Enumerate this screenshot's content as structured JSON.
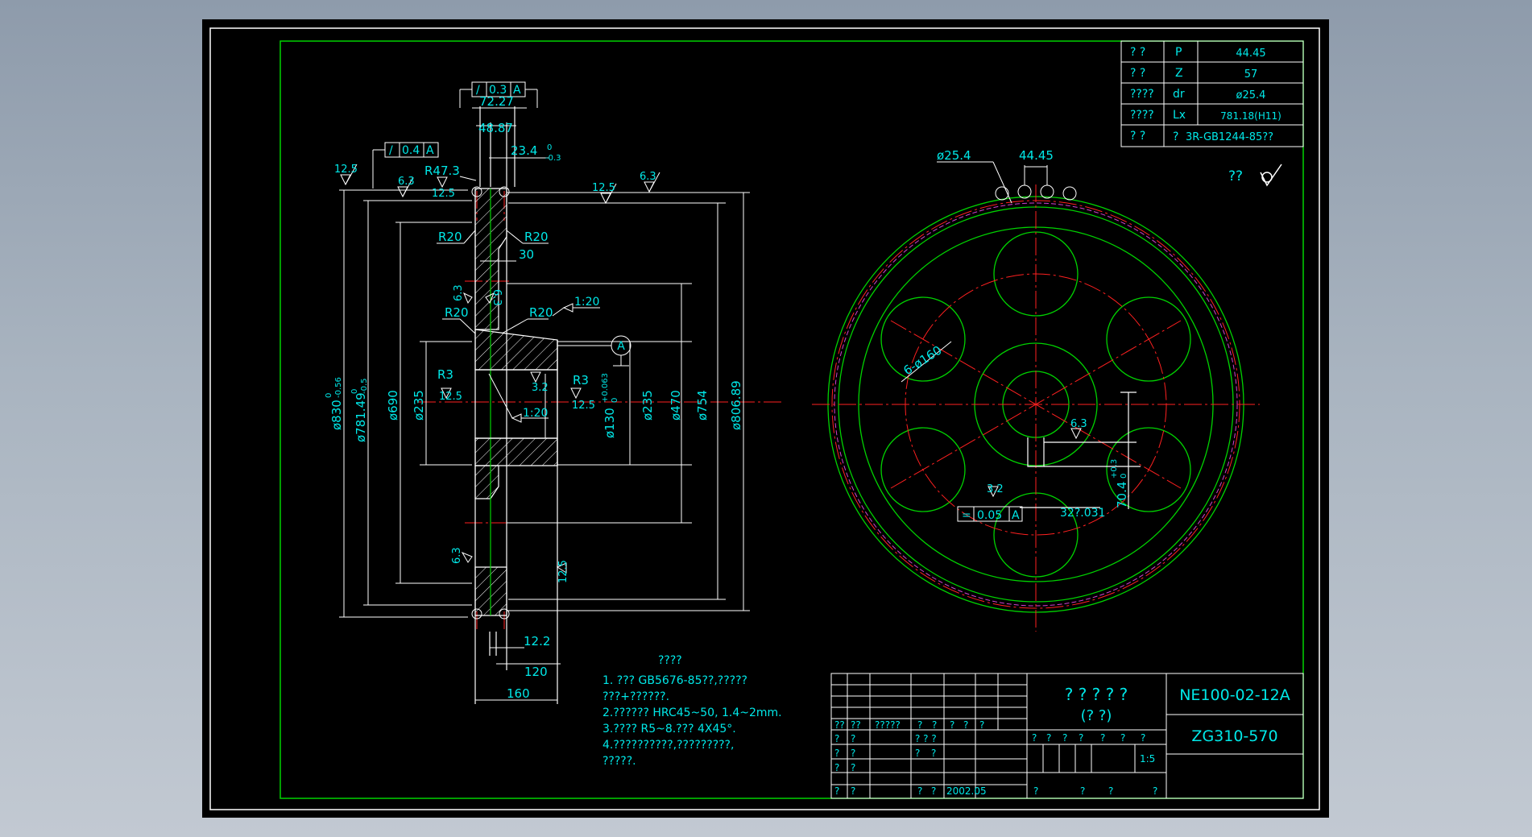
{
  "colors": {
    "background": "#000000",
    "border": "#00d200",
    "dim": "#00e8e8",
    "white": "#ffffff",
    "red": "#ff2020",
    "magenta": "#d040d0"
  },
  "params": [
    {
      "name": "?  ?",
      "sym": "P",
      "val": "44.45"
    },
    {
      "name": "?  ?",
      "sym": "Z",
      "val": "57"
    },
    {
      "name": "????",
      "sym": "dr",
      "val": "ø25.4"
    },
    {
      "name": "????",
      "sym": "Lx",
      "val": "781.18(H11)"
    },
    {
      "name": "?  ?",
      "sym": "?",
      "val": "3R-GB1244-85??"
    }
  ],
  "roughness_note": "??",
  "side_view": {
    "tol_top": {
      "sym": "/",
      "val": "0.3",
      "ref": "A"
    },
    "tol_left": {
      "sym": "/",
      "val": "0.4",
      "ref": "A"
    },
    "dims": {
      "d7227": "72.27",
      "d4887": "48.87",
      "d234": "23.4",
      "d234_tol_up": "0",
      "d234_tol_lo": "-0.3",
      "r473": "R47.3",
      "d30": "30",
      "d122": "12.2",
      "d120": "120",
      "d160": "160"
    },
    "radii": {
      "r20": "R20",
      "r3": "R3"
    },
    "rough": {
      "r125": "12.5",
      "r63": "6.3",
      "r32": "3.2"
    },
    "tapers": {
      "t1": "1:20",
      "t2": "1:20"
    },
    "datum": "A",
    "diam": {
      "d830": "ø830",
      "d830_tol_up": "0",
      "d830_tol_lo": "-0.56",
      "d781": "ø781.49",
      "d781_tol_up": "0",
      "d781_tol_lo": "-0.5",
      "d690": "ø690",
      "d235a": "ø235",
      "d130": "ø130",
      "d130_tol_up": "+0.063",
      "d130_tol_lo": "0",
      "d235b": "ø235",
      "d470": "ø470",
      "d754": "ø754",
      "d806": "ø806.89"
    }
  },
  "front_view": {
    "d254": "ø25.4",
    "p4445": "44.45",
    "holes": "6-ø160",
    "rough63": "6.3",
    "rough32": "3.2",
    "keyway_w": "32?.031",
    "keyway_h": "70.4",
    "keyway_h_tol_up": "+0.3",
    "keyway_h_tol_lo": "0",
    "sym_tol": {
      "sym": "=",
      "val": "0.05",
      "ref": "A"
    }
  },
  "notes": {
    "title": "????",
    "lines": [
      "1. ??? GB5676-85??,?????",
      "   ???+??????.",
      "2.??????  HRC45~50, 1.4~2mm.",
      "3.????  R5~8.???    4X45°.",
      "4.??????????,?????????,",
      "   ?????."
    ]
  },
  "title_block": {
    "name_line1": "?  ?  ?  ?  ?",
    "name_line2": "(?  ?)",
    "drawing_no": "NE100-02-12A",
    "material": "ZG310-570",
    "scale": "1:5",
    "date": "2002.05",
    "small": {
      "q1": "?",
      "q2": "??",
      "q3": "?????",
      "q4": "?",
      "q5": "? ? ?"
    }
  }
}
